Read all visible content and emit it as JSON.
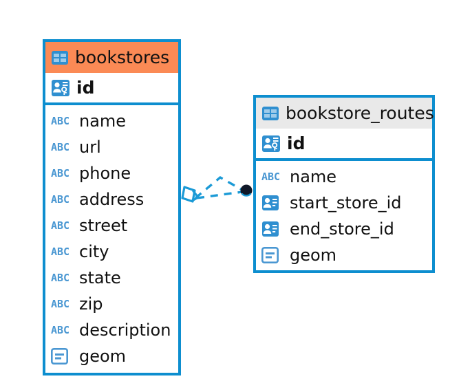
{
  "diagram": {
    "type": "entity-relationship-diagram",
    "background_color": "#ffffff",
    "entity_border_color": "#0d8ecf",
    "accent_header_color": "#fb8a55",
    "neutral_header_color": "#e9e9e9",
    "icon_color": "#4a97d2",
    "connector_color": "#1b9ad6",
    "connector_endpoint_color": "#101828"
  },
  "entities": [
    {
      "name": "bookstores",
      "header_icon": "table-icon",
      "header_style": "accent",
      "primary_key": {
        "label": "id",
        "icon": "primary-key-icon"
      },
      "fields": [
        {
          "label": "name",
          "icon": "text-type-icon",
          "type": "ABC"
        },
        {
          "label": "url",
          "icon": "text-type-icon",
          "type": "ABC"
        },
        {
          "label": "phone",
          "icon": "text-type-icon",
          "type": "ABC"
        },
        {
          "label": "address",
          "icon": "text-type-icon",
          "type": "ABC"
        },
        {
          "label": "street",
          "icon": "text-type-icon",
          "type": "ABC"
        },
        {
          "label": "city",
          "icon": "text-type-icon",
          "type": "ABC"
        },
        {
          "label": "state",
          "icon": "text-type-icon",
          "type": "ABC"
        },
        {
          "label": "zip",
          "icon": "text-type-icon",
          "type": "ABC"
        },
        {
          "label": "description",
          "icon": "text-type-icon",
          "type": "ABC"
        },
        {
          "label": "geom",
          "icon": "geometry-type-icon",
          "type": "geometry"
        }
      ]
    },
    {
      "name": "bookstore_routes",
      "header_icon": "table-icon",
      "header_style": "neutral",
      "primary_key": {
        "label": "id",
        "icon": "primary-key-icon"
      },
      "fields": [
        {
          "label": "name",
          "icon": "text-type-icon",
          "type": "ABC"
        },
        {
          "label": "start_store_id",
          "icon": "foreign-key-icon",
          "type": "reference"
        },
        {
          "label": "end_store_id",
          "icon": "foreign-key-icon",
          "type": "reference"
        },
        {
          "label": "geom",
          "icon": "geometry-type-icon",
          "type": "geometry"
        }
      ]
    }
  ],
  "relationship": {
    "from_entity": "bookstores",
    "to_entity": "bookstore_routes",
    "line_style": "dashed",
    "source_marker": "crows-foot-many-marker",
    "target_marker": "filled-circle-marker",
    "branch_count": 2
  }
}
